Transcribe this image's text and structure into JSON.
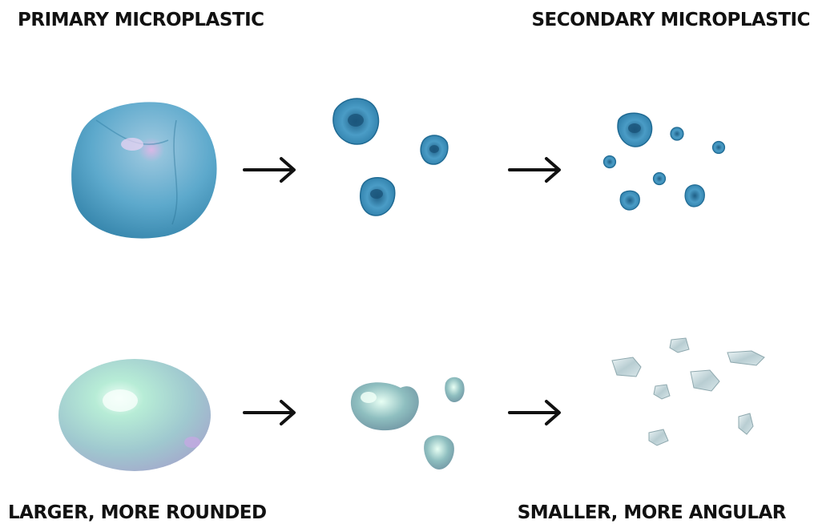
{
  "labels": {
    "primary": "PRIMARY MICROPLASTIC",
    "secondary": "SECONDARY MICROPLASTIC",
    "larger": "LARGER, MORE ROUNDED",
    "smaller": "SMALLER, MORE ANGULAR"
  },
  "colors": {
    "blue_particle": "#4f9fc4",
    "pearl_particle": "#a9d7d4",
    "shard_particle": "#cfe0e3",
    "arrow": "#111111",
    "text": "#111111"
  },
  "icons": {
    "arrow": "right-arrow-icon"
  }
}
